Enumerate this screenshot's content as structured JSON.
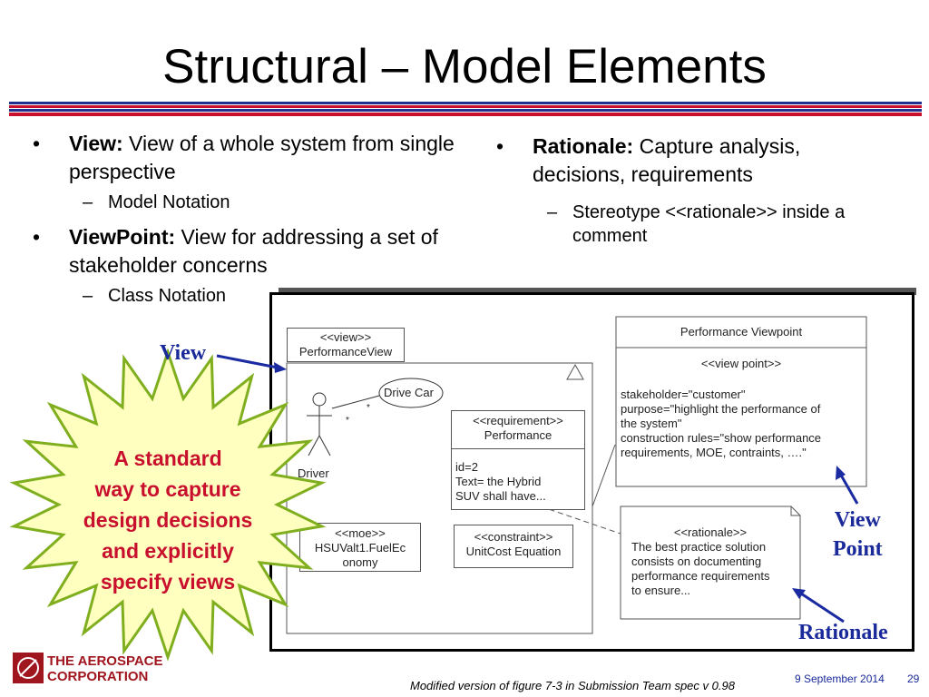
{
  "slide": {
    "title": "Structural – Model Elements",
    "left_bullets": [
      {
        "label": "View:",
        "text": " View of a whole system from single perspective",
        "sub": "Model Notation"
      },
      {
        "label": "ViewPoint:",
        "text": " View for addressing a set of stakeholder concerns",
        "sub": "Class Notation"
      }
    ],
    "right_bullet": {
      "label": "Rationale:",
      "text": " Capture analysis, decisions, requirements",
      "sub": "Stereotype <<rationale>> inside a comment"
    },
    "callouts": {
      "view": "View",
      "viewpoint_line1": "View",
      "viewpoint_line2": "Point",
      "rationale": "Rationale"
    },
    "starburst": {
      "lines": [
        "A standard",
        "way to capture",
        "design decisions",
        "and explicitly",
        "specify views"
      ]
    },
    "diagram": {
      "performance_view": {
        "stereo": "<<view>>",
        "name": "PerformanceView"
      },
      "use_case": "Drive Car",
      "actor": "Driver",
      "multiplicity_a": "*",
      "multiplicity_b": "*",
      "requirement": {
        "stereo": "<<requirement>>",
        "name": "Performance",
        "id": "id=2",
        "text1": "Text= the Hybrid",
        "text2": "SUV shall have..."
      },
      "moe": {
        "stereo": "<<moe>>",
        "line1": "HSUValt1.FuelEc",
        "line2": "onomy"
      },
      "constraint": {
        "stereo": "<<constraint>>",
        "name": "UnitCost Equation"
      },
      "viewpoint": {
        "title": "Performance Viewpoint",
        "stereo": "<<view point>>",
        "lines": [
          "stakeholder=\"customer\"",
          "purpose=\"highlight the performance of",
          "the system\"",
          "construction rules=\"show performance",
          "requirements, MOE, contraints, ….\""
        ]
      },
      "rationale_note": {
        "stereo": "<<rationale>>",
        "lines": [
          "The best practice solution",
          "consists on documenting",
          "performance requirements",
          "to ensure..."
        ]
      }
    },
    "footer": {
      "logo_line1": "THE AEROSPACE",
      "logo_line2": "CORPORATION",
      "caption": "Modified version of figure 7-3 in Submission Team spec v 0.98",
      "date": "9 September 2014",
      "page": "29"
    },
    "colors": {
      "accent_red": "#c8102e",
      "accent_blue": "#1a2a9a",
      "star_fill": "#ffffc0",
      "star_stroke": "#7fae1e"
    }
  }
}
